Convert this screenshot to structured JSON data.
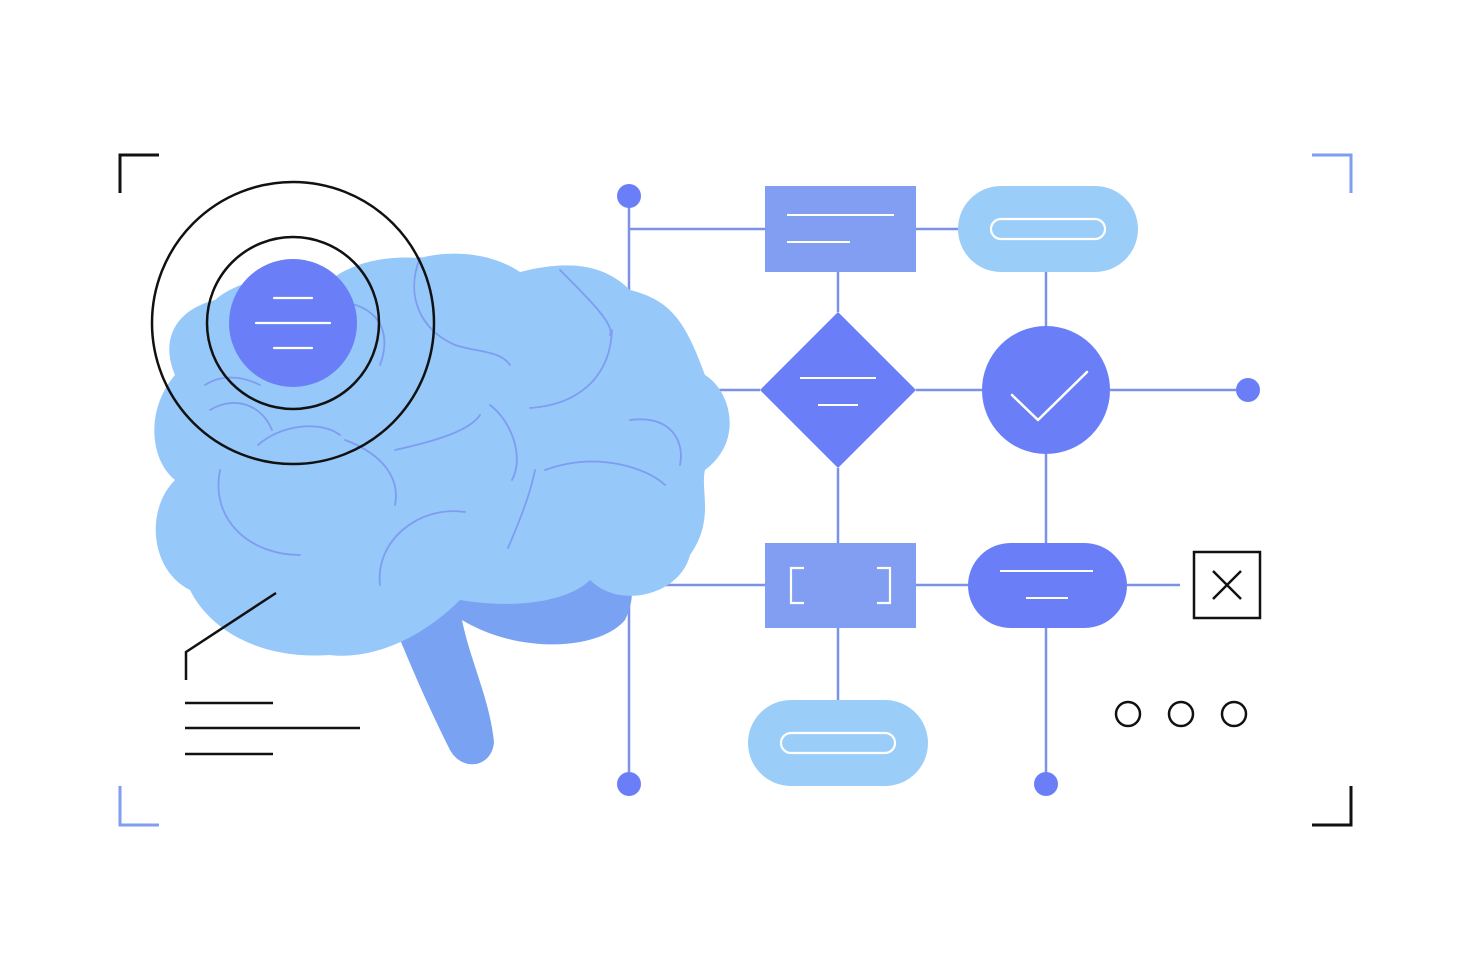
{
  "colors": {
    "background": "#ffffff",
    "brain_light": "#96c8fa",
    "brain_dark": "#7aa2f2",
    "brain_fold": "#7f9cf0",
    "node_dark": "#6a7ff7",
    "node_mid": "#819ef2",
    "node_light": "#9bcdf9",
    "connector": "#7a93e6",
    "ink": "#111111",
    "bracket_blue": "#7f9ef0"
  },
  "icons": {
    "target": "target-rings-icon",
    "check": "checkmark-icon",
    "close": "close-x-icon",
    "more": "more-dots-icon",
    "brain": "brain-icon"
  },
  "flowchart": {
    "shapes": [
      "rectangle",
      "pill",
      "diamond",
      "circle",
      "rectangle",
      "pill",
      "pill",
      "square"
    ],
    "dot_count": 3
  }
}
